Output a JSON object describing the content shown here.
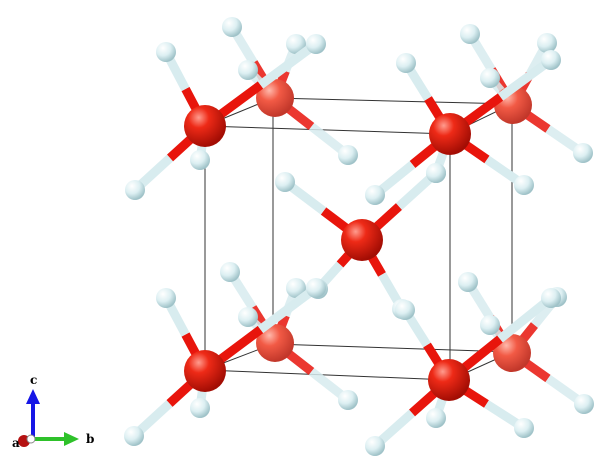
{
  "structure": {
    "cell_color": "#333333",
    "oxygen_color": "#e8150c",
    "hydrogen_color": "#d8ecef"
  },
  "axes": {
    "c": {
      "label": "c",
      "color": "#1616e6"
    },
    "b": {
      "label": "b",
      "color": "#2ec12a"
    },
    "a": {
      "label": "a",
      "color": "#b51212"
    }
  }
}
